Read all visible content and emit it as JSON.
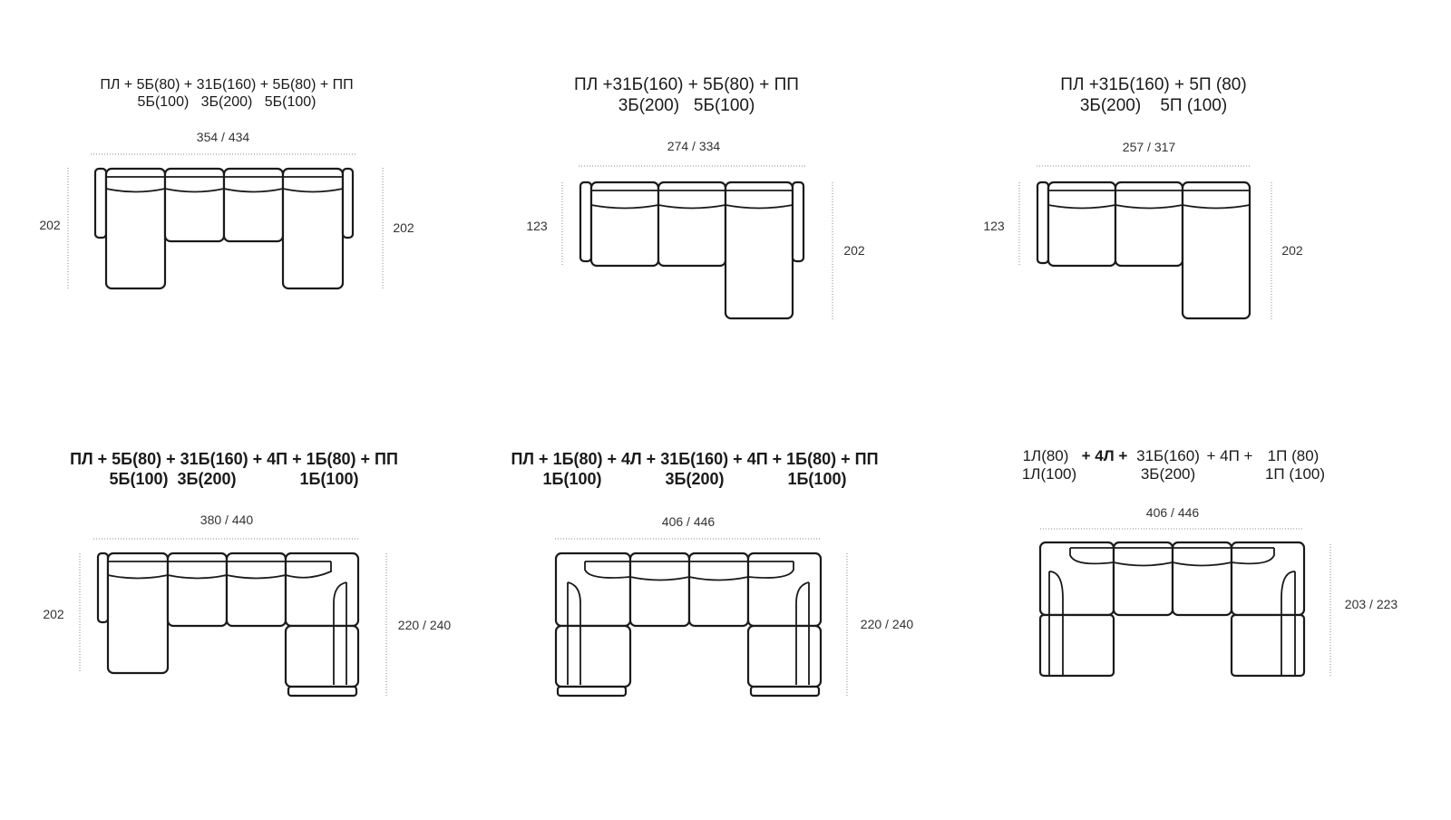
{
  "panels": [
    {
      "title": [
        "ПЛ + 5Б(80) + 31Б(160) + 5Б(80) + ПП",
        "5Б(100)   3Б(200)   5Б(100)"
      ],
      "width": "354 / 434",
      "height_left": "202",
      "height_right": "202"
    },
    {
      "title": [
        "ПЛ +31Б(160) + 5Б(80) + ПП",
        "3Б(200)   5Б(100)"
      ],
      "width": "274 / 334",
      "height_left": "123",
      "height_right": "202"
    },
    {
      "title": [
        "ПЛ +31Б(160) + 5П (80)",
        "3Б(200)    5П (100)"
      ],
      "width": "257 / 317",
      "height_left": "123",
      "height_right": "202"
    },
    {
      "title": [
        "ПЛ + 5Б(80) + 31Б(160) + 4П + 1Б(80) + ПП",
        "5Б(100)  3Б(200)              1Б(100)"
      ],
      "width": "380 / 440",
      "height_left": "202",
      "height_right": "220 / 240"
    },
    {
      "title": [
        "ПЛ + 1Б(80) + 4Л + 31Б(160) + 4П + 1Б(80) + ПП",
        "1Б(100)              3Б(200)              1Б(100)"
      ],
      "width": "406 / 446",
      "height_right": "220 / 240"
    },
    {
      "title_parts": {
        "l1": "1Л(80)",
        "p1": "+ 4Л +",
        "c1": "31Б(160)",
        "p2": "+ 4П +",
        "r1": "1П (80)",
        "l2": "1Л(100)",
        "c2": "3Б(200)",
        "r2": "1П (100)"
      },
      "width": "406 / 446",
      "height_right": "203 / 223"
    }
  ]
}
